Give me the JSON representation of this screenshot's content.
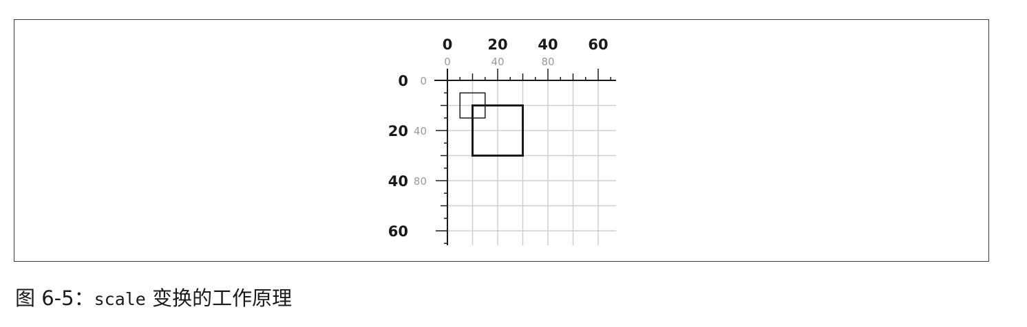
{
  "diagram": {
    "outer_axis_labels": {
      "x": [
        "0",
        "20",
        "40",
        "60"
      ],
      "y": [
        "0",
        "20",
        "40",
        "60"
      ]
    },
    "inner_axis_labels": {
      "x": [
        "0",
        "40",
        "80"
      ],
      "y": [
        "0",
        "40",
        "80"
      ]
    },
    "original_square": {
      "x": 5,
      "y": 5,
      "size": 10
    },
    "scaled_square": {
      "x": 10,
      "y": 10,
      "size": 20
    },
    "colors": {
      "grid": "#cfcfcf",
      "axis": "#1a1a1a",
      "minor_label": "#9a9a9a"
    }
  },
  "caption": {
    "prefix": "图 6-5：",
    "code": "scale",
    "suffix": " 变换的工作原理"
  }
}
